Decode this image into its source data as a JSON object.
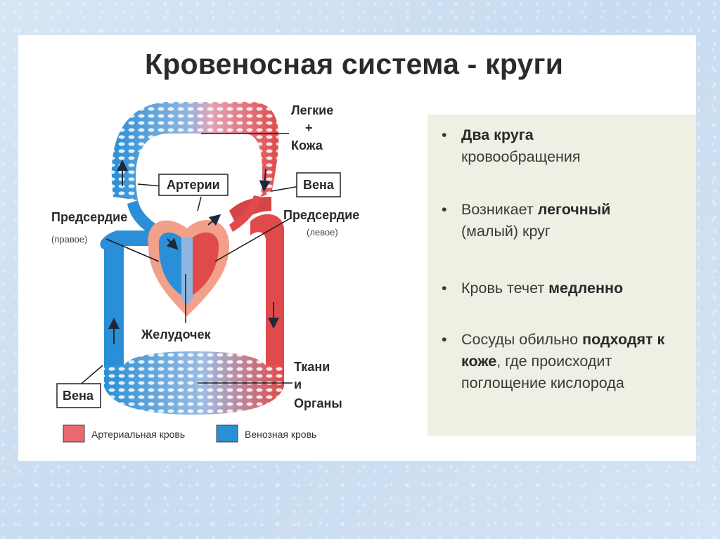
{
  "title": "Кровеносная система - круги",
  "labels": {
    "lungs_line1": "Легкие",
    "lungs_line2": "+",
    "lungs_line3": "Кожа",
    "arteries": "Артерии",
    "vein_top": "Вена",
    "atrium_right": "Предсердие",
    "atrium_right_sub": "(правое)",
    "atrium_left": "Предсердие",
    "atrium_left_sub": "(левое)",
    "ventricle": "Желудочек",
    "tissues_line1": "Ткани",
    "tissues_line2": "и",
    "tissues_line3": "Органы",
    "vein_bottom": "Вена"
  },
  "legend": {
    "arterial": "Артериальная кровь",
    "venous": "Венозная кровь"
  },
  "colors": {
    "arterial": "#e04a4a",
    "venous": "#2a8fd6",
    "panel_bg": "#eef0e3"
  },
  "bullets": [
    {
      "bold1": "Два круга",
      "rest": " кровообращения"
    },
    {
      "pre": "Возникает ",
      "bold": "легочный",
      "post": " (малый) круг"
    },
    {
      "pre": "Кровь течет ",
      "bold": "медленно"
    },
    {
      "pre": "Сосуды обильно ",
      "bold": "подходят к коже",
      "post": ", где происходит поглощение кислорода"
    }
  ]
}
